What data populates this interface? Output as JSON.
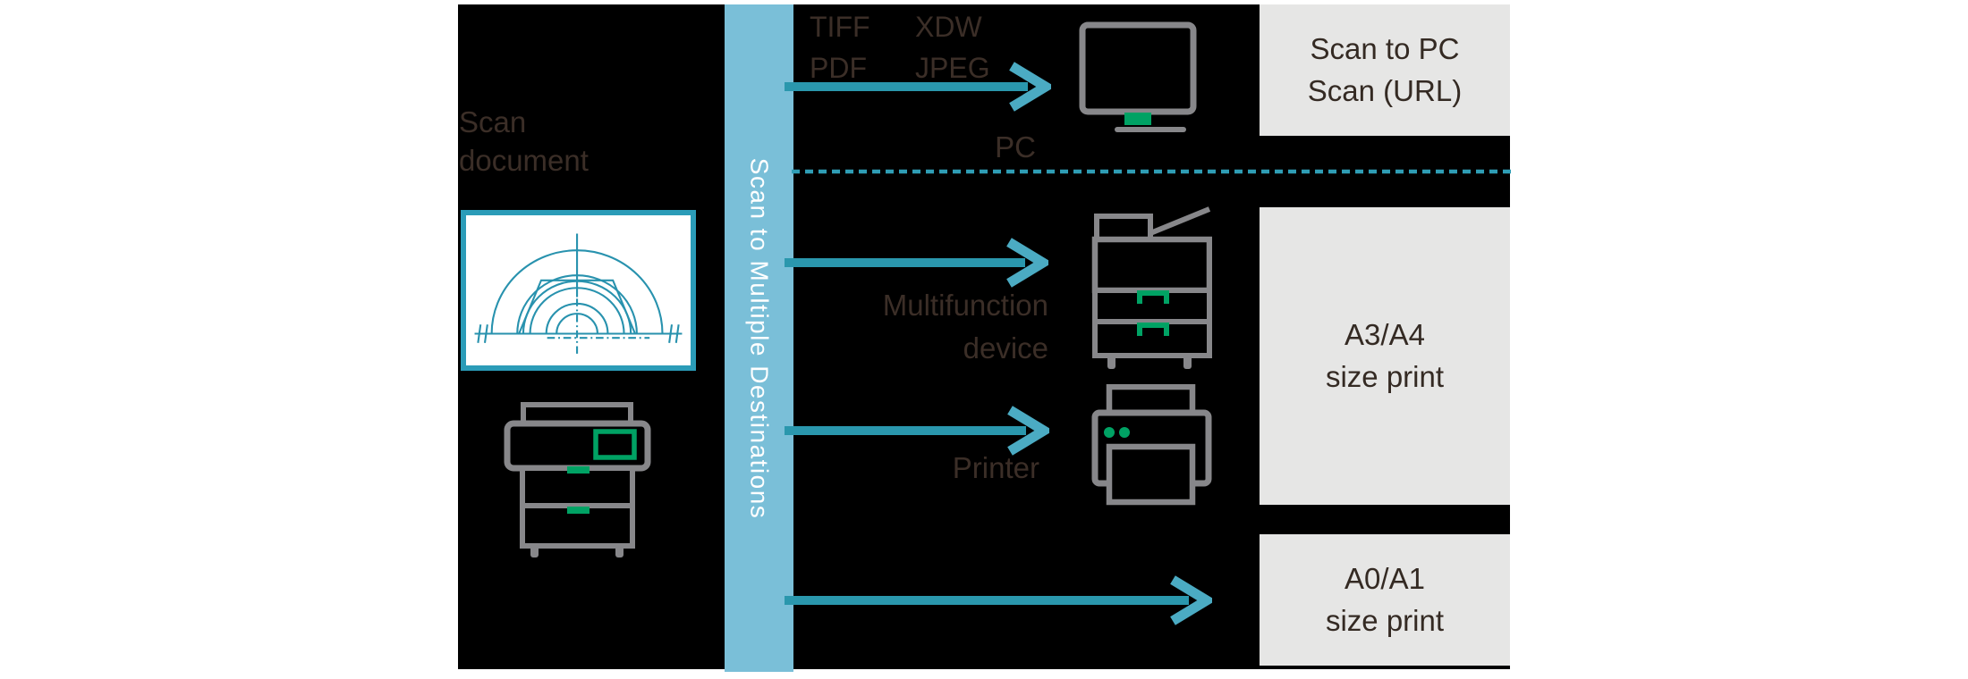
{
  "bar": {
    "label": "Scan to Multiple Destinations"
  },
  "source": {
    "label": "Scan document"
  },
  "formats": {
    "row1": [
      "TIFF",
      "XDW"
    ],
    "row2": [
      "PDF",
      "JPEG"
    ]
  },
  "devices": {
    "pc": "PC",
    "mfd_line1": "Multifunction",
    "mfd_line2": "device",
    "printer": "Printer"
  },
  "boxes": [
    {
      "line1": "Scan to PC",
      "line2": "Scan (URL)"
    },
    {
      "line1": "A3/A4",
      "line2": "size print"
    },
    {
      "line1": "A0/A1",
      "line2": "size print"
    }
  ],
  "icons": {
    "monitor": "monitor-icon",
    "multifunction_device": "multifunction-device-icon",
    "printer": "printer-icon",
    "wide_format_scanner": "wide-format-scanner-icon",
    "scan_document_drawing": "arch-blueprint-drawing"
  },
  "colors": {
    "page_bg": "#ffffff",
    "panel_bg": "#000000",
    "bar_bg": "#7abfd8",
    "bar_text": "#ffffff",
    "arrow_shaft": "#2a97ad",
    "arrow_head": "#4babc3",
    "dash_line": "#2f9db5",
    "icon_gray": "#87878a",
    "accent_green": "#00a264",
    "doc_border": "#2b9cb8",
    "drawing_stroke": "#2892ae",
    "label_text": "#3b2e27",
    "box_bg": "#e6e6e5",
    "box_text": "#342a23"
  }
}
